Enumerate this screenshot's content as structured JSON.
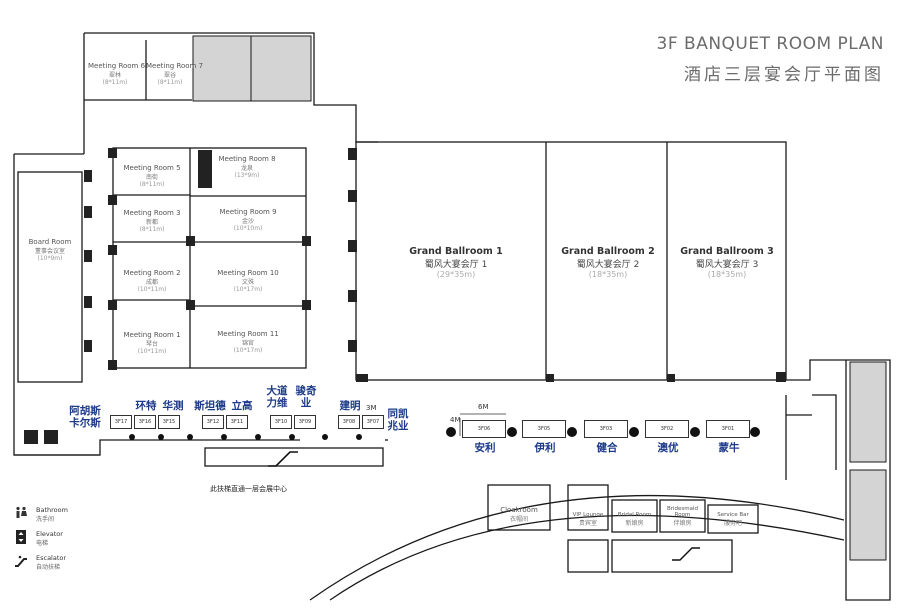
{
  "title": {
    "en": "3F BANQUET ROOM PLAN",
    "cn": "酒店三层宴会厅平面图"
  },
  "rooms": {
    "meeting6": {
      "en": "Meeting Room 6",
      "cn": "翠林",
      "size": "(8*11m)"
    },
    "meeting7": {
      "en": "Meeting Room 7",
      "cn": "翠谷",
      "size": "(8*11m)"
    },
    "meeting5": {
      "en": "Meeting Room 5",
      "cn": "南街",
      "size": "(8*11m)"
    },
    "meeting8": {
      "en": "Meeting Room 8",
      "cn": "龙泉",
      "size": "(13*9m)"
    },
    "meeting3": {
      "en": "Meeting Room 3",
      "cn": "新都",
      "size": "(8*11m)"
    },
    "meeting9": {
      "en": "Meeting Room 9",
      "cn": "金沙",
      "size": "(10*10m)"
    },
    "meeting2": {
      "en": "Meeting Room 2",
      "cn": "成都",
      "size": "(10*11m)"
    },
    "meeting10": {
      "en": "Meeting Room 10",
      "cn": "文殊",
      "size": "(10*17m)"
    },
    "meeting1": {
      "en": "Meeting Room 1",
      "cn": "琴台",
      "size": "(10*11m)"
    },
    "meeting11": {
      "en": "Meeting Room 11",
      "cn": "锦官",
      "size": "(10*17m)"
    },
    "board": {
      "en": "Board Room",
      "cn": "董事会议室",
      "size": "(10*9m)"
    },
    "gb1": {
      "en": "Grand Ballroom 1",
      "cn": "蜀风大宴会厅 1",
      "size": "(29*35m)"
    },
    "gb2": {
      "en": "Grand Ballroom 2",
      "cn": "蜀风大宴会厅 2",
      "size": "(18*35m)"
    },
    "gb3": {
      "en": "Grand Ballroom 3",
      "cn": "蜀风大宴会厅 3",
      "size": "(18*35m)"
    },
    "cloak": {
      "en": "Cloakroom",
      "cn": "衣帽间"
    },
    "vip": {
      "en": "VIP Lounge",
      "cn": "贵宾室"
    },
    "bridal": {
      "en": "Bridal Room",
      "cn": "新娘房"
    },
    "bridesmaid": {
      "en": "Bridesmaid Room",
      "cn": "伴娘房"
    },
    "service": {
      "en": "Service Bar",
      "cn": "服务吧"
    }
  },
  "booths": [
    {
      "code": "3F17",
      "brand": "阿胡斯\n卡尔斯"
    },
    {
      "code": "3F16",
      "brand": "环特"
    },
    {
      "code": "3F15",
      "brand": "华测"
    },
    {
      "code": "3F12",
      "brand": "斯坦德"
    },
    {
      "code": "3F11",
      "brand": "立高"
    },
    {
      "code": "3F10",
      "brand": "大道\n力维"
    },
    {
      "code": "3F09",
      "brand": "骏奇\n业"
    },
    {
      "code": "3F08",
      "brand": "建明"
    },
    {
      "code": "3F07",
      "brand": "同凯\n兆业"
    },
    {
      "code": "3F06",
      "brand": "安利"
    },
    {
      "code": "3F05",
      "brand": "伊利"
    },
    {
      "code": "3F03",
      "brand": "健合"
    },
    {
      "code": "3F02",
      "brand": "澳优"
    },
    {
      "code": "3F01",
      "brand": "蒙牛"
    }
  ],
  "dimensions": {
    "depth": "4M",
    "width": "6M",
    "small": "3M"
  },
  "escalator_note": "此扶梯直通一层会展中心",
  "legend": [
    {
      "icon": "bathroom-icon",
      "en": "Bathroom",
      "cn": "洗手间"
    },
    {
      "icon": "elevator-icon",
      "en": "Elevator",
      "cn": "电梯"
    },
    {
      "icon": "escalator-icon",
      "en": "Escalator",
      "cn": "自动扶梯"
    }
  ],
  "colors": {
    "wall": "#1a1a1a",
    "brand": "#1d3a8a",
    "grey_area": "#d4d4d4",
    "pillar": "#222222"
  }
}
